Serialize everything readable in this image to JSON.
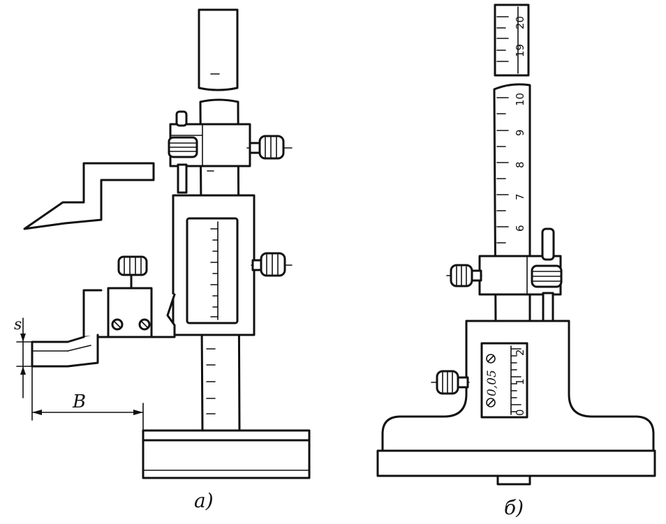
{
  "labels": {
    "left_caption": "а)",
    "right_caption": "б)",
    "dim_s": "s",
    "dim_b": "B",
    "vernier_value": "0,05"
  },
  "right_scale_upper": [
    "19",
    "20"
  ],
  "right_scale_lower": [
    "6",
    "7",
    "8",
    "9",
    "10"
  ],
  "vernier_scale": [
    "0",
    "1",
    "2"
  ],
  "colors": {
    "ink": "#111111",
    "paper": "#ffffff"
  }
}
